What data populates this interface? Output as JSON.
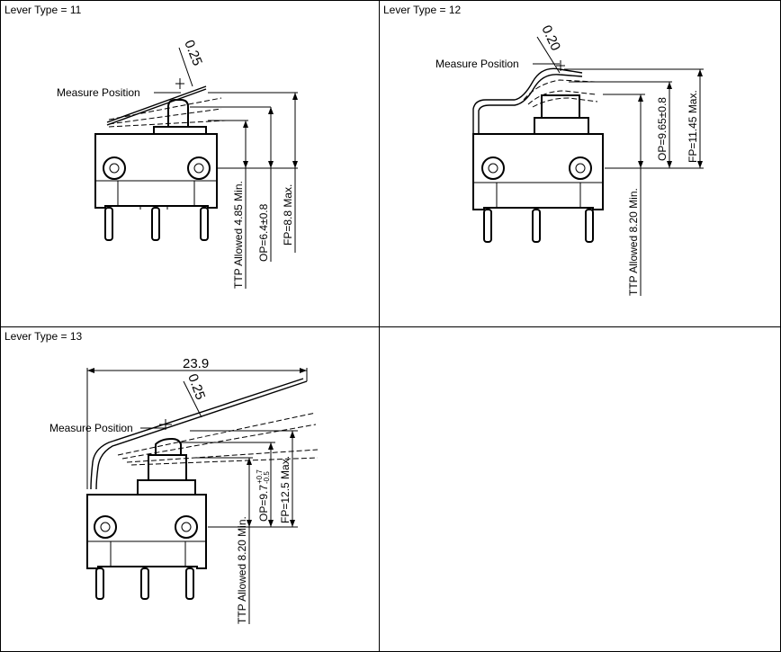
{
  "panels": [
    {
      "title": "Lever Type = 11",
      "measure_label": "Measure Position",
      "angle_label": "0.25",
      "dims": [
        "TTP Allowed  4.85 Min.",
        "OP=6.4±0.8",
        "FP=8.8 Max."
      ]
    },
    {
      "title": "Lever Type = 12",
      "measure_label": "Measure Position",
      "angle_label": "0.20",
      "dims": [
        "OP=9.65±0.8",
        "FP=11.45 Max.",
        "TTP Allowed  8.20 Min."
      ]
    },
    {
      "title": "Lever Type = 13",
      "measure_label": "Measure Position",
      "angle_label": "0.25",
      "width_label": "23.9",
      "op_main": "OP=9.7",
      "op_plus": "+0.7",
      "op_minus": "-0.5",
      "dims": [
        "FP=12.5 Max.",
        "TTP Allowed  8.20 Min."
      ]
    }
  ]
}
